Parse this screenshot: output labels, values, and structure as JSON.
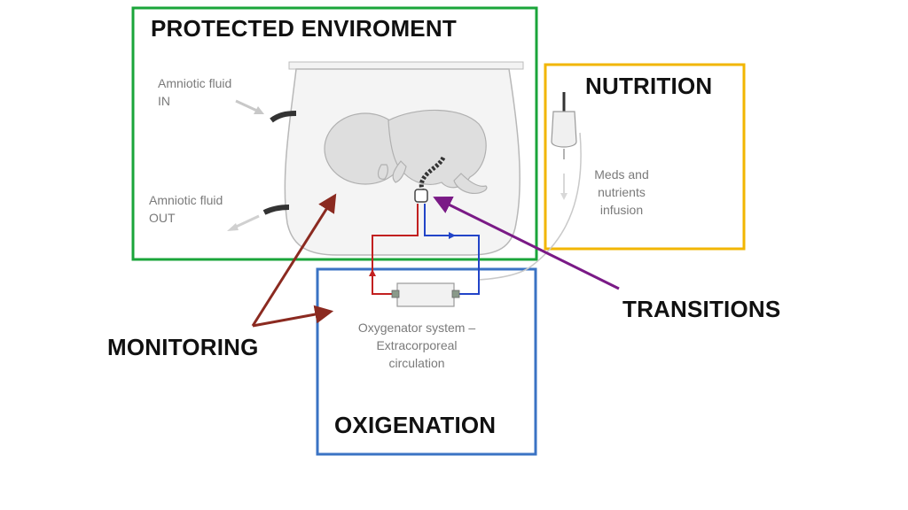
{
  "colors": {
    "protected": "#1aa53a",
    "nutrition": "#f2b600",
    "oxigenation": "#3a73c4",
    "monitoring": "#8b2a20",
    "transitions": "#7a1a86",
    "arterial": "#c22020",
    "venous": "#2244c8"
  },
  "sections": {
    "protected_title": "PROTECTED ENVIROMENT",
    "nutrition_title": "NUTRITION",
    "oxigenation_title": "OXIGENATION",
    "monitoring_title": "MONITORING",
    "transitions_title": "TRANSITIONS"
  },
  "labels": {
    "amniotic_in_line1": "Amniotic fluid",
    "amniotic_in_line2": "IN",
    "amniotic_out_line1": "Amniotic fluid",
    "amniotic_out_line2": "OUT",
    "meds_line1": "Meds and",
    "meds_line2": "nutrients",
    "meds_line3": "infusion",
    "oxygenator_line1": "Oxygenator system –",
    "oxygenator_line2": "Extracorporeal",
    "oxygenator_line3": "circulation"
  }
}
